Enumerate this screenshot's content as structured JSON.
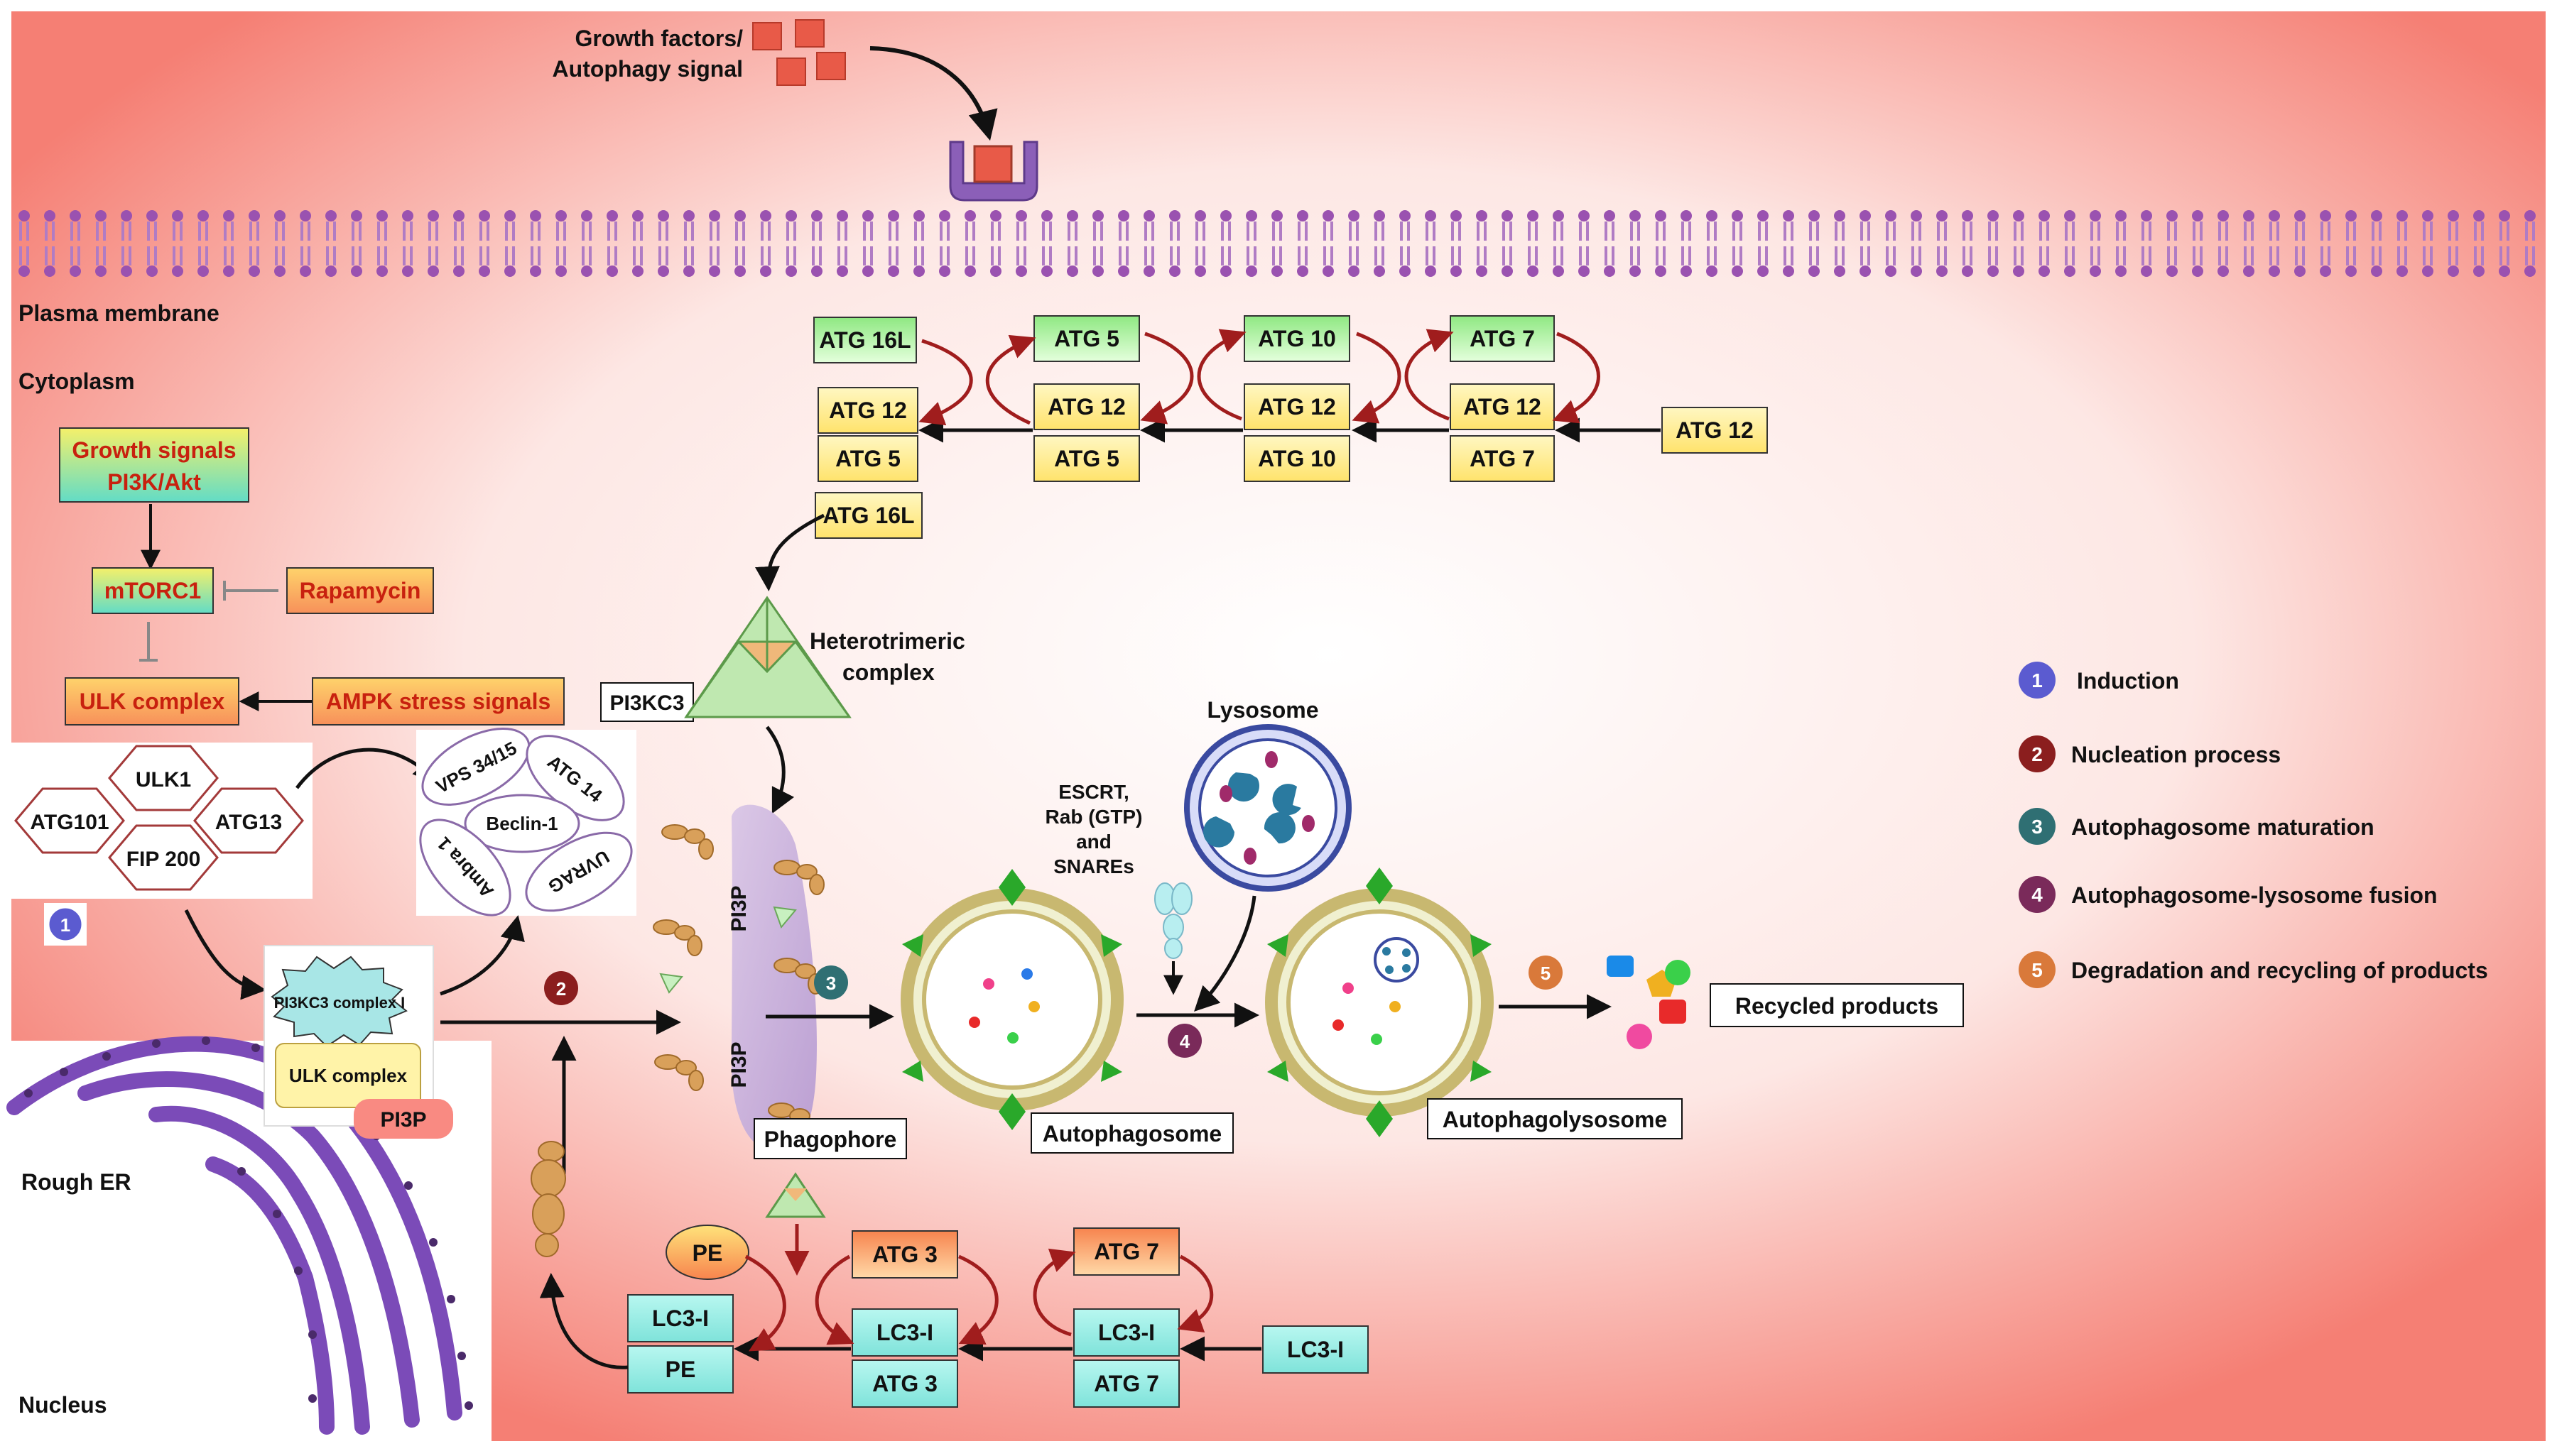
{
  "signal": {
    "label_line1": "Growth factors/",
    "label_line2": "Autophagy signal"
  },
  "regions": {
    "plasma_membrane": "Plasma membrane",
    "cytoplasm": "Cytoplasm",
    "rough_er": "Rough ER",
    "nucleus": "Nucleus"
  },
  "mtor": {
    "growth_line1": "Growth signals",
    "growth_line2": "PI3K/Akt",
    "mtorc1": "mTORC1",
    "rapamycin": "Rapamycin",
    "ulk_complex": "ULK complex",
    "ampk": "AMPK stress signals"
  },
  "ulk_hex": {
    "ulk1": "ULK1",
    "atg101": "ATG101",
    "atg13": "ATG13",
    "fip200": "FIP 200"
  },
  "pi3kc3": {
    "title": "PI3KC3",
    "vps": "VPS 34/15",
    "atg14": "ATG 14",
    "beclin": "Beclin-1",
    "ambra": "Ambra 1",
    "uvrag": "UVRAG"
  },
  "complex_box": {
    "pi3kc3_complex": "PI3KC3 complex I",
    "ulk_complex": "ULK complex",
    "pi3p": "PI3P"
  },
  "atg_top": {
    "atg16l": "ATG 16L",
    "atg5": "ATG 5",
    "atg10": "ATG 10",
    "atg7": "ATG 7",
    "atg12": "ATG 12",
    "conj_atg12": "ATG 12",
    "conj_atg5": "ATG 5",
    "conj_atg16l": "ATG 16L"
  },
  "heterotrimeric": {
    "line1": "Heterotrimeric",
    "line2": "complex"
  },
  "phagophore": {
    "pi3p_top": "PI3P",
    "pi3p_bottom": "PI3P",
    "label": "Phagophore"
  },
  "fusion": {
    "escrt_line1": "ESCRT,",
    "escrt_line2": "Rab (GTP)",
    "escrt_line3": "and",
    "escrt_line4": "SNAREs",
    "lysosome": "Lysosome"
  },
  "vesicles": {
    "autophagosome": "Autophagosome",
    "autophagolysosome": "Autophagolysosome",
    "recycled": "Recycled products"
  },
  "lc3": {
    "pe": "PE",
    "atg3": "ATG 3",
    "atg7": "ATG 7",
    "lc3i": "LC3-I"
  },
  "steps": {
    "s1": "1",
    "s2": "2",
    "s3": "3",
    "s4": "4",
    "s5": "5"
  },
  "legend": [
    {
      "num": "1",
      "label": "Induction",
      "color": "#5b5bd0"
    },
    {
      "num": "2",
      "label": "Nucleation process",
      "color": "#8b1e1e"
    },
    {
      "num": "3",
      "label": "Autophagosome maturation",
      "color": "#2f6f73"
    },
    {
      "num": "4",
      "label": "Autophagosome-lysosome fusion",
      "color": "#7a2a5a"
    },
    {
      "num": "5",
      "label": "Degradation and recycling of products",
      "color": "#d9793a"
    }
  ],
  "colors": {
    "background_accent": "#f4766c",
    "membrane": "#8a3d96",
    "green_box": "#aef0a0",
    "yellow_box": "#fff3a0",
    "orange_box": "#f7a25c",
    "cyan_box": "#a8f0ea",
    "er": "#7b4bb8"
  }
}
